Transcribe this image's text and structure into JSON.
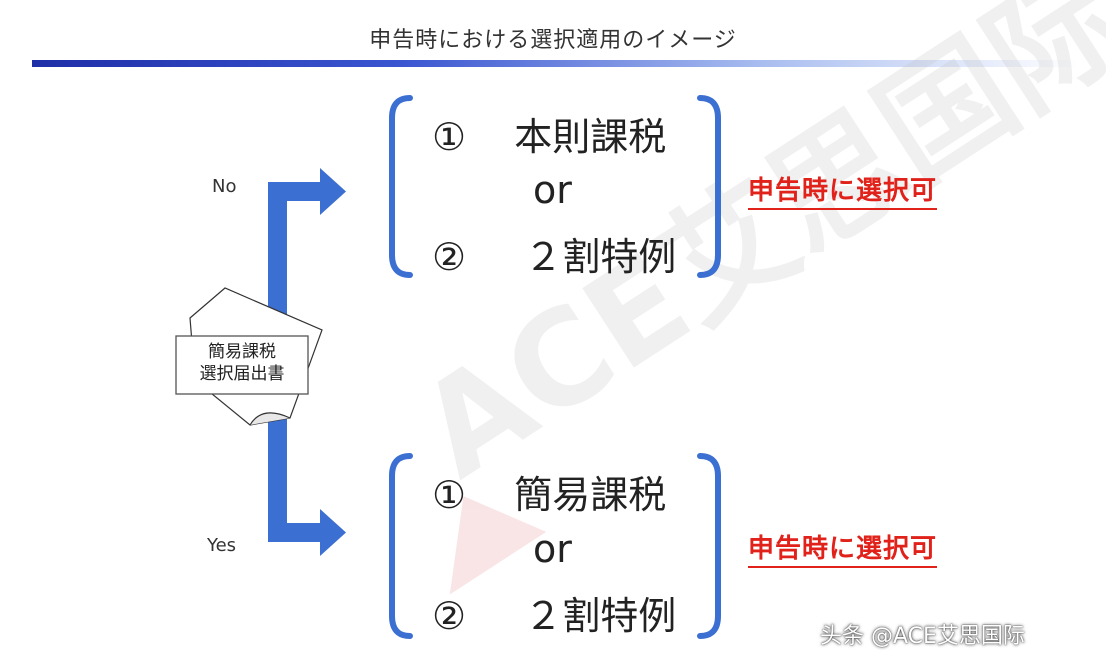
{
  "title": "申告時における選択適用のイメージ",
  "colors": {
    "arrow": "#3b6fd1",
    "bracket": "#3b6fd1",
    "note": "#e0221b",
    "title_bar": "#1f2fa8"
  },
  "document": {
    "line1": "簡易課税",
    "line2": "選択届出書"
  },
  "branches": [
    {
      "label": "No",
      "options": [
        {
          "marker": "①",
          "text": "本則課税"
        },
        {
          "marker": "②",
          "text": "２割特例"
        }
      ],
      "or": "or",
      "note": "申告時に選択可"
    },
    {
      "label": "Yes",
      "options": [
        {
          "marker": "①",
          "text": "簡易課税"
        },
        {
          "marker": "②",
          "text": "２割特例"
        }
      ],
      "or": "or",
      "note": "申告時に選択可"
    }
  ],
  "watermark": {
    "logo_text": "ACE艾思国际",
    "credit": "头条 @ACE艾思国际"
  }
}
